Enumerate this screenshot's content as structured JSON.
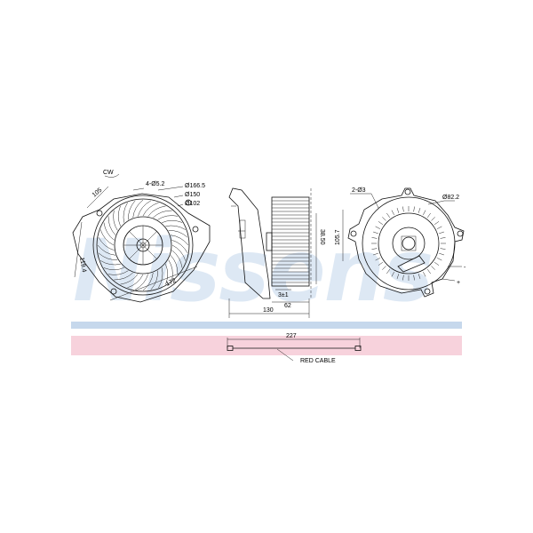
{
  "watermark": {
    "text": "Nissens"
  },
  "colors": {
    "blue_band": "#c6d8ec",
    "pink_band": "#f7d2dc",
    "line": "#111111"
  },
  "front_view": {
    "rotation": "CW",
    "dim_105": "105",
    "holes": "4-Ø5.2",
    "d1": "Ø166.5",
    "d2": "Ø150",
    "d3": "Ø102",
    "dim_119": "119.4",
    "dim_172": "172"
  },
  "side_view": {
    "dim_3": "3±1",
    "dim_62": "62",
    "dim_130": "130",
    "dim_vert": "38.50"
  },
  "rear_view": {
    "holes": "2-Ø3",
    "diameter": "Ø82.2",
    "height": "105.7",
    "minus": "-",
    "plus": "+"
  },
  "cable": {
    "length": "227",
    "label": "RED CABLE"
  }
}
